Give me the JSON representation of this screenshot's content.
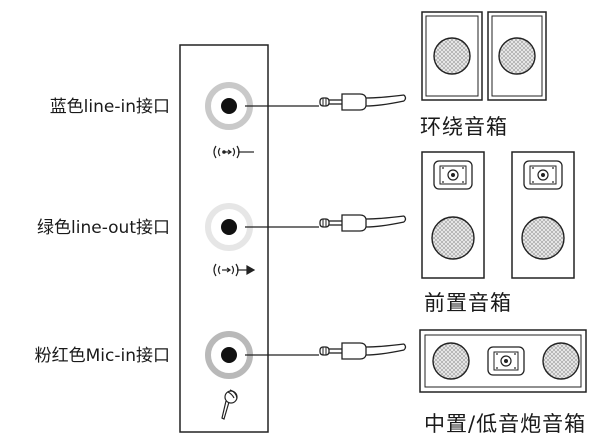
{
  "ports": [
    {
      "label": "蓝色line-in接口",
      "ring_color": "#c9c9c9",
      "jack_icon": "line-in-icon"
    },
    {
      "label": "绿色line-out接口",
      "ring_color": "#e6e6e6",
      "jack_icon": "line-out-icon"
    },
    {
      "label": "粉红色Mic-in接口",
      "ring_color": "#b9b9b9",
      "jack_icon": "microphone-icon"
    }
  ],
  "speakers": {
    "surround": {
      "label": "环绕音箱"
    },
    "front": {
      "label": "前置音箱"
    },
    "center_sub": {
      "label": "中置/低音炮音箱"
    }
  }
}
